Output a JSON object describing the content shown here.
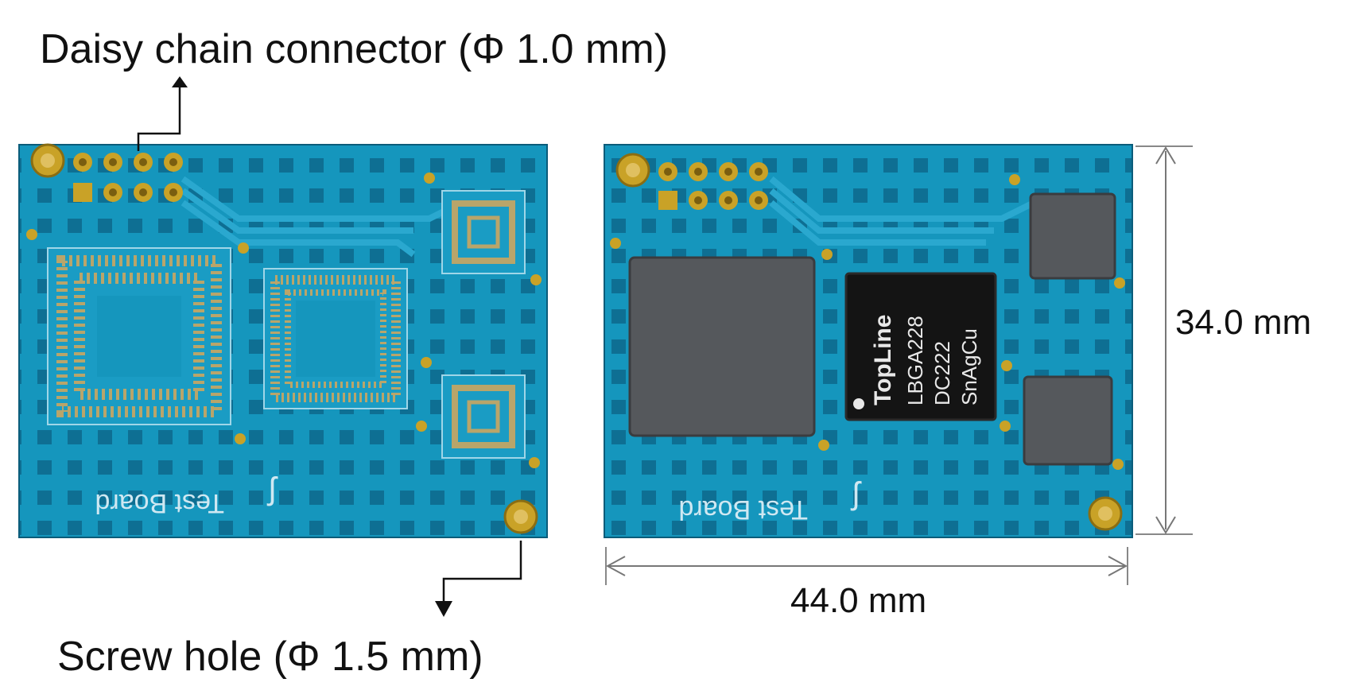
{
  "annotations": {
    "daisy_chain": "Daisy chain connector (Φ 1.0 mm)",
    "screw_hole": "Screw hole (Φ 1.5 mm)",
    "height": "34.0 mm",
    "width": "44.0 mm"
  },
  "boards": {
    "silkscreen": "Test Board",
    "chip_brand": "TopLine",
    "chip_lines": [
      "LBGA228",
      "DC222",
      "SnAgCu"
    ]
  },
  "colors": {
    "pcb": "#1596bd",
    "pcb_dark": "#0e6f93",
    "gold": "#c9a227",
    "chip": "#55585c",
    "chip_black": "#141414"
  }
}
